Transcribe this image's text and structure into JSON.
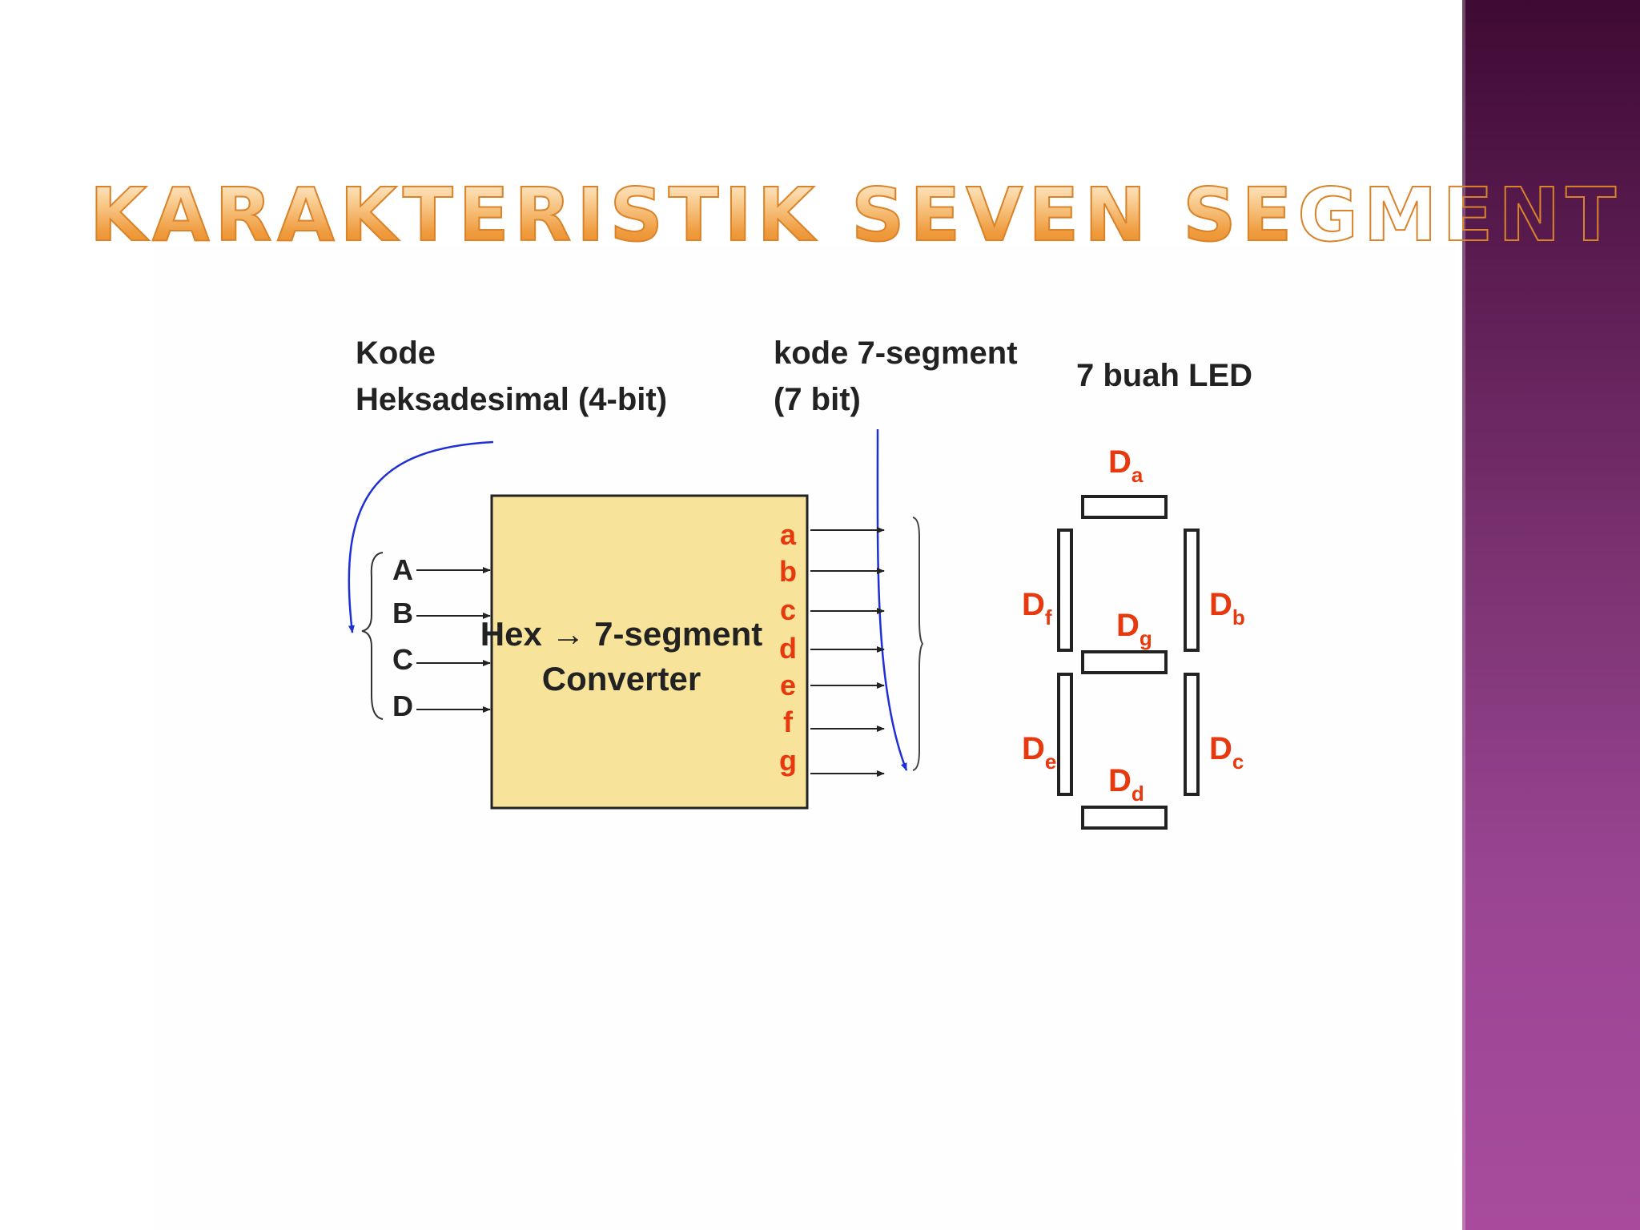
{
  "slide": {
    "title": "Karakteristik Seven Segment",
    "accent_color": "#ef9a3c",
    "side_band_colors": [
      "#3e0a33",
      "#a84b9d"
    ]
  },
  "diagram": {
    "input_caption": {
      "line1": "Kode",
      "line2": "Heksadesimal (4-bit)"
    },
    "output_caption": {
      "line1": "kode 7-segment",
      "line2": "(7 bit)"
    },
    "led_caption": "7 buah LED",
    "converter": {
      "line1": "Hex → 7-segment",
      "line2": "Converter",
      "fill_color": "#f8e39a"
    },
    "inputs": [
      "A",
      "B",
      "C",
      "D"
    ],
    "outputs": [
      "a",
      "b",
      "c",
      "d",
      "e",
      "f",
      "g"
    ],
    "signal_color": "#e8380d",
    "led_labels": {
      "a": {
        "main": "D",
        "sub": "a"
      },
      "b": {
        "main": "D",
        "sub": "b"
      },
      "c": {
        "main": "D",
        "sub": "c"
      },
      "d": {
        "main": "D",
        "sub": "d"
      },
      "e": {
        "main": "D",
        "sub": "e"
      },
      "f": {
        "main": "D",
        "sub": "f"
      },
      "g": {
        "main": "D",
        "sub": "g"
      }
    }
  }
}
